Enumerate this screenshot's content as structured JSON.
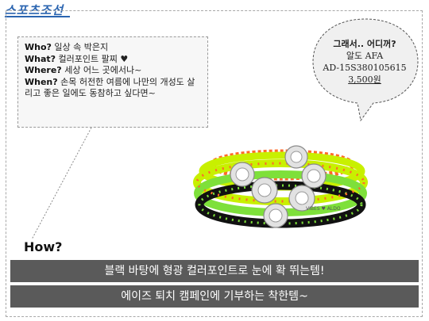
{
  "logo": {
    "text": "스포츠조선"
  },
  "info_card": {
    "rows": [
      {
        "label": "Who?",
        "text": " 일상 속 박은지"
      },
      {
        "label": "What?",
        "text": " 컬러포인트 팔찌 ♥"
      },
      {
        "label": "Where?",
        "text": " 세상 어느 곳에서나~"
      },
      {
        "label": "When?",
        "text": " 손목 허전한 여름에 나만의 개성도 살리고 좋은 일에도 동참하고 싶다면~"
      }
    ]
  },
  "speech_bubble": {
    "line1": "그래서.. 어디꺼?",
    "line2": "알도 AFA",
    "line3": "AD-15S380105615",
    "price": "3,500원"
  },
  "product": {
    "charm_text": "VIBES ♥ ALDO",
    "colors": {
      "neon_yellow": "#c8f000",
      "neon_green": "#7ee03a",
      "coral": "#ff6a2a",
      "black": "#111111",
      "silver": "#d8d8d8"
    }
  },
  "how_label": "How?",
  "bands": [
    "블랙 바탕에 형광 컬러포인트로 눈에 확 뛰는템!",
    "에이즈 퇴치 캠페인에 기부하는 착한템~"
  ]
}
